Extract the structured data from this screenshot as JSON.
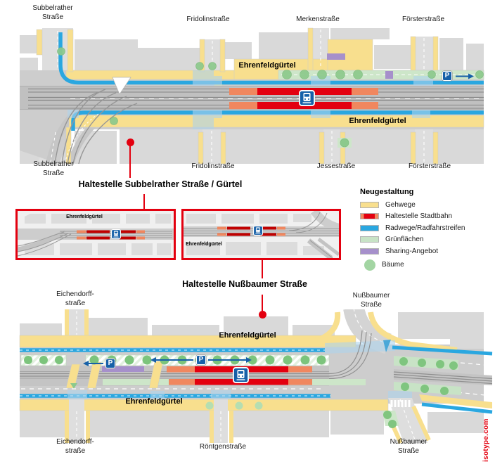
{
  "titles": {
    "stop_subbelrather": "Haltestelle Subbelrather Straße / Gürtel",
    "stop_nussbaumer": "Haltestelle Nußbaumer Straße"
  },
  "top_map": {
    "street_labels_top": {
      "subbelrather": "Subbelrather\nStraße",
      "fridolin": "Fridolinstraße",
      "merken": "Merkenstraße",
      "foerster": "Försterstraße"
    },
    "street_labels_bottom": {
      "subbelrather": "Subbelrather\nStraße",
      "fridolin": "Fridolinstraße",
      "jesse": "Jessestraße",
      "foerster": "Försterstraße"
    },
    "corridor_label_north": "Ehrenfeldgürtel",
    "corridor_label_south": "Ehrenfeldgürtel"
  },
  "insets": {
    "left_label": "Ehrenfeldgürtel",
    "right_label": "Ehrenfeldgürtel"
  },
  "legend": {
    "header": "Neugestaltung",
    "items": [
      {
        "label": "Gehwege",
        "swatch": "rect",
        "color": "#f8df8e"
      },
      {
        "label": "Haltestelle Stadtbahn",
        "swatch": "stadtbahn",
        "color": "#e3000f",
        "color_ends": "#f0875f"
      },
      {
        "label": "Radwege/Radfahrstreifen",
        "swatch": "rect",
        "color": "#2aa7e0"
      },
      {
        "label": "Grünflächen",
        "swatch": "rect",
        "color": "#c8e3c6"
      },
      {
        "label": "Sharing-Angebot",
        "swatch": "rect",
        "color": "#a690cb"
      },
      {
        "label": "Bäume",
        "swatch": "circle",
        "color": "#a3d5a3"
      }
    ]
  },
  "bottom_map": {
    "street_labels_top": {
      "eichendorff": "Eichendorff-\nstraße",
      "nussbaumer": "Nußbaumer\nStraße"
    },
    "street_labels_bottom": {
      "eichendorff": "Eichendorff-\nstraße",
      "roentgen": "Röntgenstraße",
      "nussbaumer": "Nußbaumer\nStraße"
    },
    "corridor_label_north": "Ehrenfeldgürtel",
    "corridor_label_south": "Ehrenfeldgürtel"
  },
  "icons": {
    "parking_letter": "P",
    "tram": "stadtbahn-stop-icon"
  },
  "watermark": "isotype.com",
  "colors": {
    "callout_red": "#e3000f",
    "parking_blue": "#1660a8",
    "tram_icon_blue": "#1660a8",
    "gehwege_yellow": "#f8df8e",
    "radweg_blue": "#2aa7e0"
  }
}
